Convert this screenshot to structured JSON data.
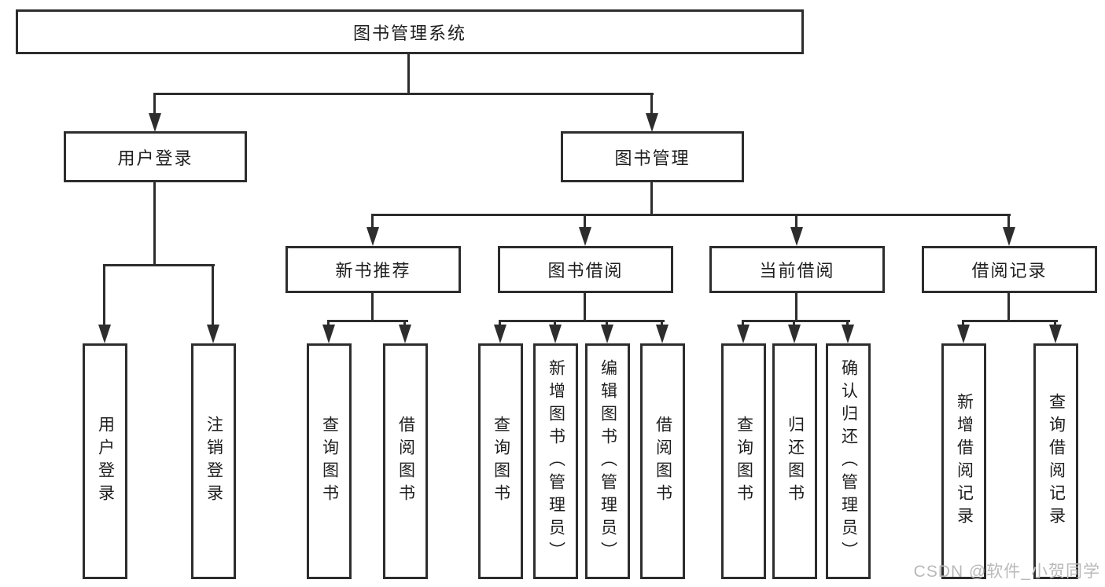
{
  "title": "图书管理系统",
  "nodes": {
    "user_login": "用户登录",
    "book_mgmt": "图书管理",
    "new_books": "新书推荐",
    "book_borrow": "图书借阅",
    "current_borrow": "当前借阅",
    "borrow_records": "借阅记录"
  },
  "leaves": {
    "user_login": "用户登录",
    "logout": "注销登录",
    "nb_query_book": "查询图书",
    "nb_borrow_book": "借阅图书",
    "bb_query_book": "查询图书",
    "bb_add_book_admin": "新增图书（管理员）",
    "bb_edit_book_admin": "编辑图书（管理员）",
    "bb_borrow_book": "借阅图书",
    "cb_query_book": "查询图书",
    "cb_return_book": "归还图书",
    "cb_confirm_return_admin": "确认归还（管理员）",
    "br_add_record": "新增借阅记录",
    "br_query_record": "查询借阅记录"
  },
  "watermark": "CSDN @软件_小贺同学",
  "colors": {
    "line": "#2d2d2d",
    "text": "#1e1e1e",
    "watermark": "#b9b9b9",
    "background": "#ffffff"
  }
}
